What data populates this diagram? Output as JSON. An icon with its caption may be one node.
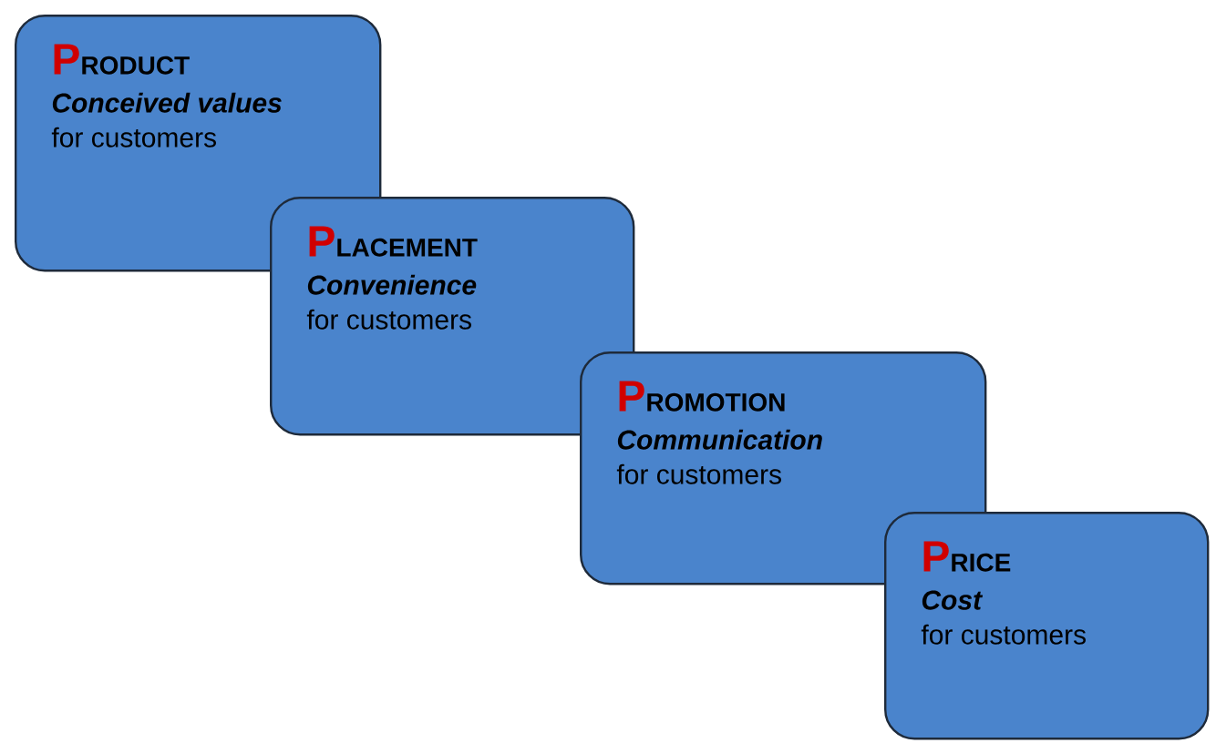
{
  "diagram": {
    "nodes": [
      {
        "text": [
          "PRODUCT",
          "Conceived values",
          "for customers"
        ]
      },
      {
        "text": [
          "PLACEMENT",
          "Convenience",
          "for customers"
        ]
      },
      {
        "text": [
          "PROMOTION",
          "Communication",
          "for customers"
        ]
      },
      {
        "text": [
          "PRICE",
          "Cost",
          "for customers"
        ]
      }
    ]
  }
}
